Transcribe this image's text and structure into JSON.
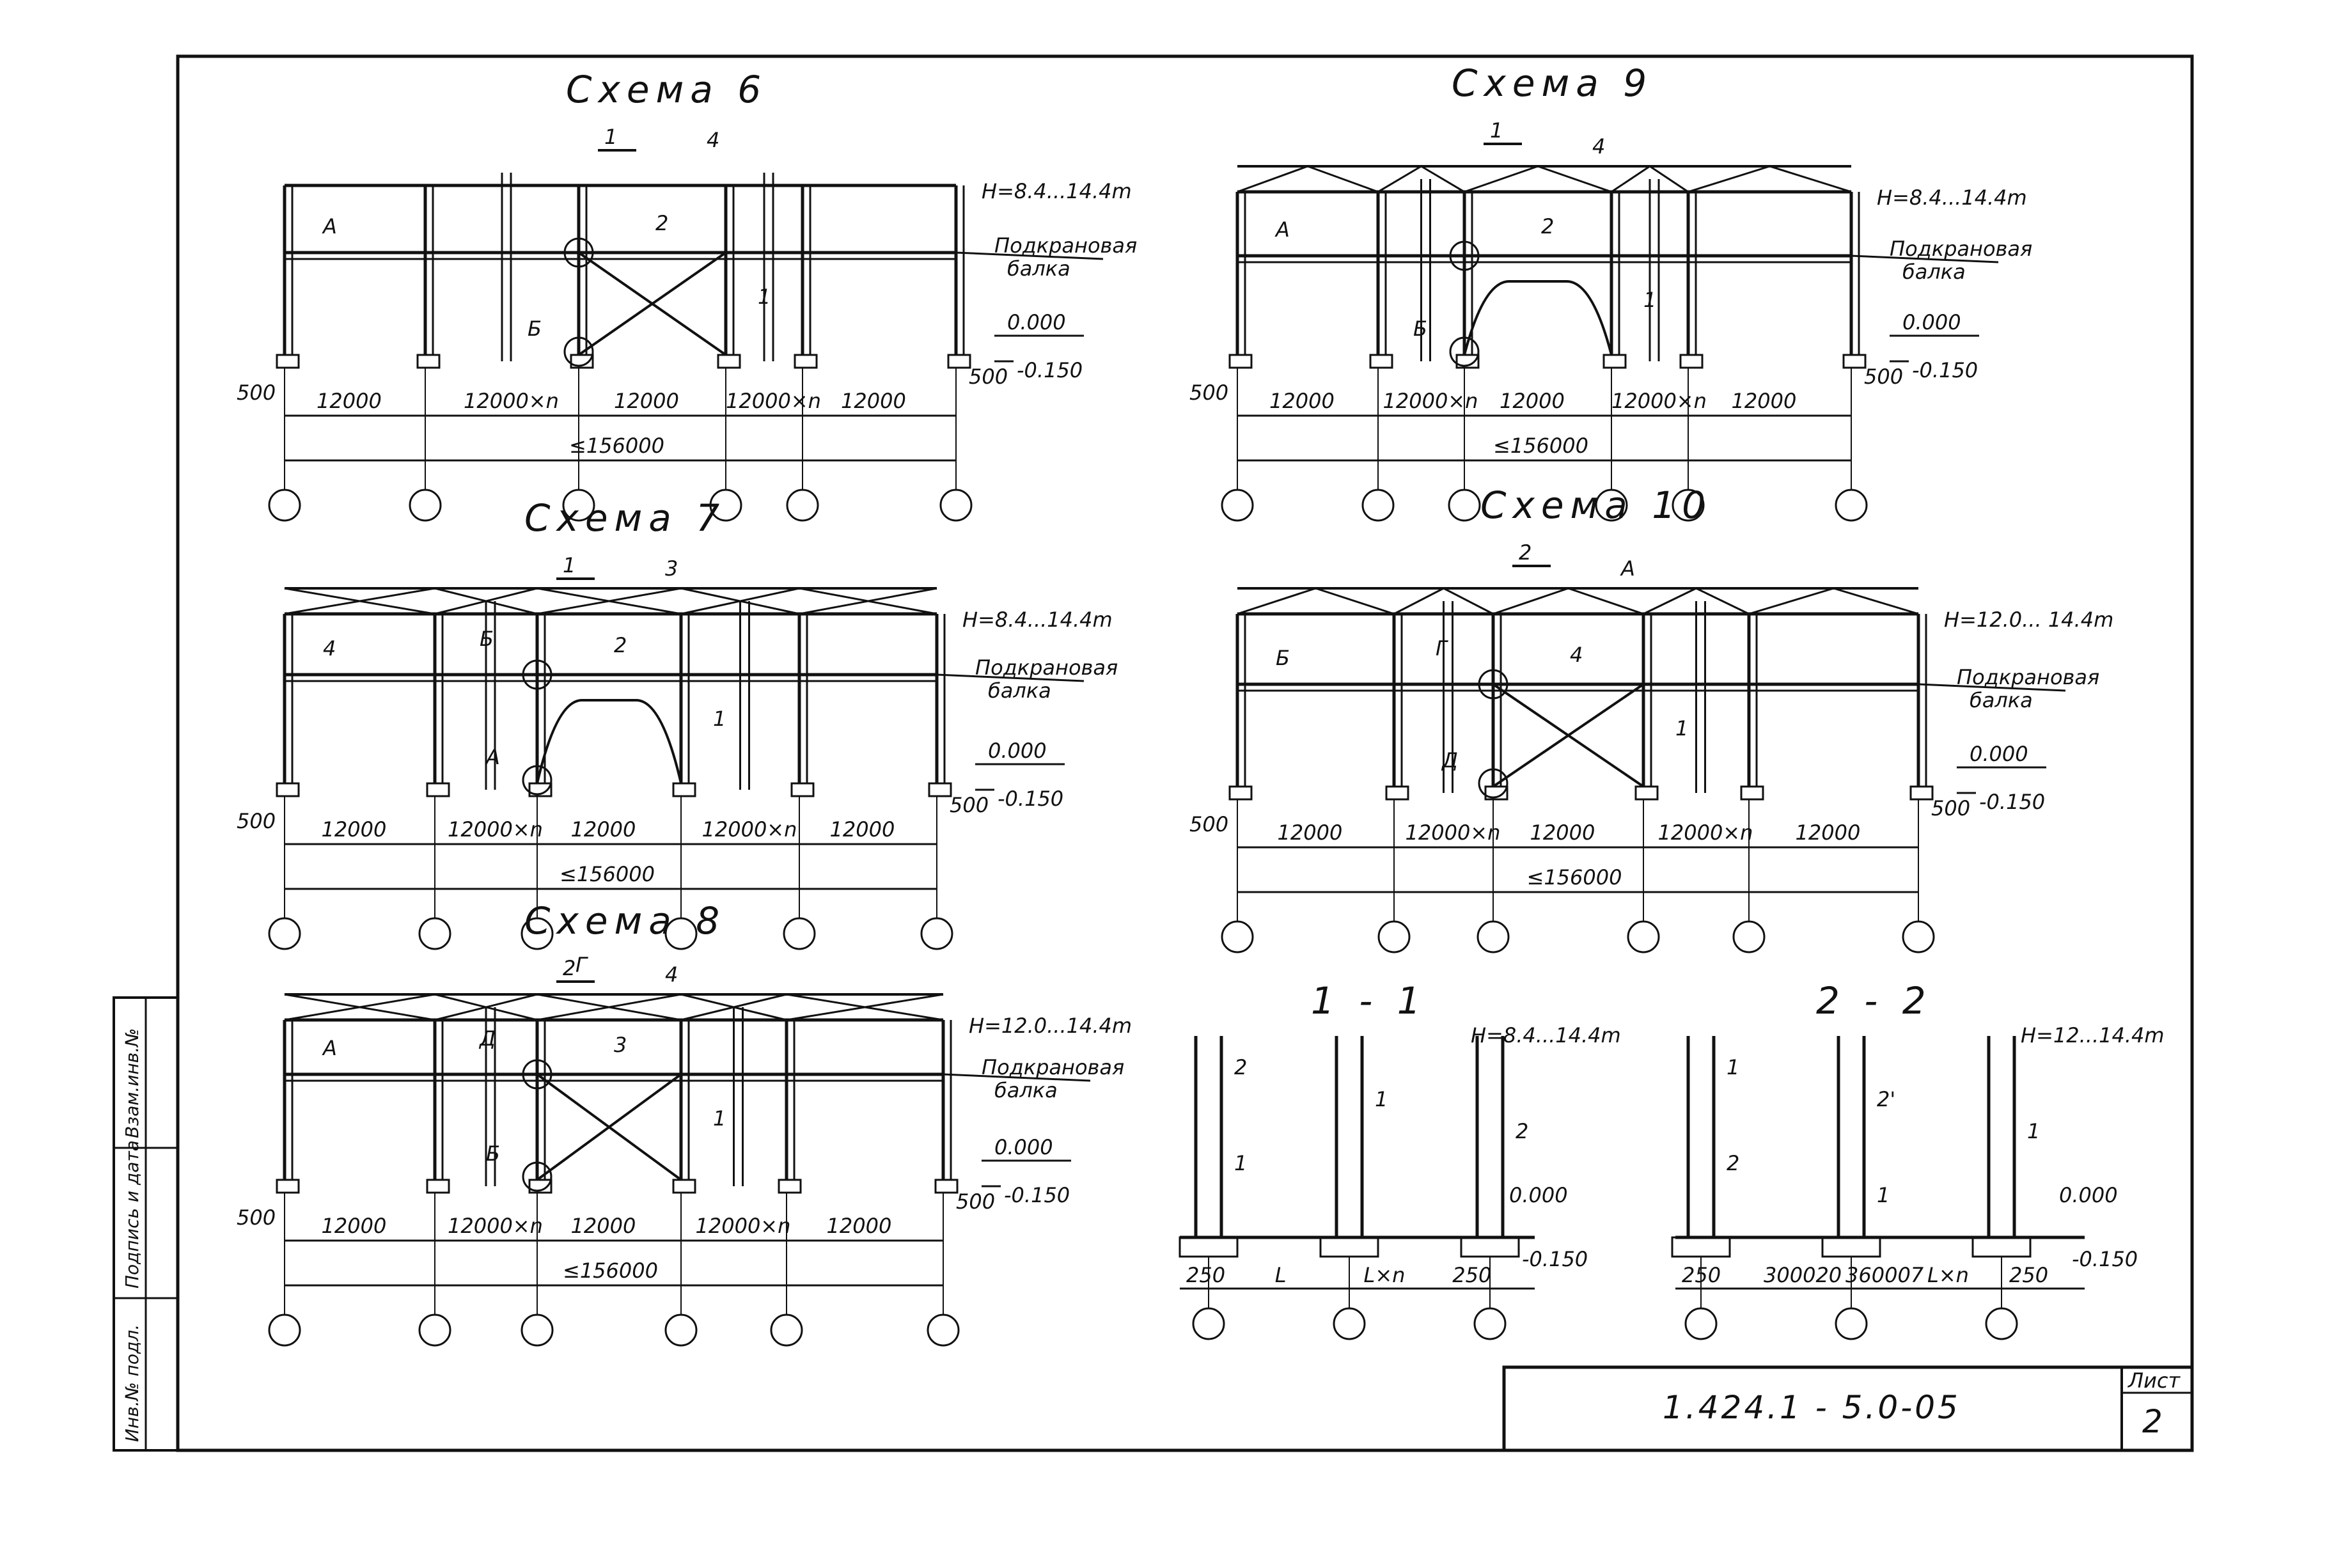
{
  "sheet": {
    "code": "1.424.1 - 5.0-05",
    "sheet_label": "Лист",
    "sheet_number": "2",
    "side_stamp": [
      "Инв.№ подл.",
      "Подпись и дата",
      "Взам.инв.№"
    ]
  },
  "schemes": [
    {
      "title": "Схема 6",
      "height": "H=8.4...14.4m",
      "beam_line1": "Подкрановая",
      "beam_line2": "балка",
      "level_top": "0.000",
      "level_bottom": "-0.150",
      "edge_left": "500",
      "edge_right": "500",
      "spans": [
        "12000",
        "12000×n",
        "12000",
        "12000×n",
        "12000"
      ],
      "total": "≤156000",
      "markers": [
        "1",
        "2",
        "4",
        "А",
        "Б"
      ],
      "cut": "1"
    },
    {
      "title": "Схема 7",
      "height": "H=8.4...14.4m",
      "beam_line1": "Подкрановая",
      "beam_line2": "балка",
      "level_top": "0.000",
      "level_bottom": "-0.150",
      "edge_left": "500",
      "edge_right": "500",
      "spans": [
        "12000",
        "12000×n",
        "12000",
        "12000×n",
        "12000"
      ],
      "total": "≤156000",
      "markers": [
        "1",
        "2",
        "3",
        "4",
        "А",
        "Б"
      ],
      "cut": "1"
    },
    {
      "title": "Схема 8",
      "height": "H=12.0...14.4m",
      "beam_line1": "Подкрановая",
      "beam_line2": "балка",
      "level_top": "0.000",
      "level_bottom": "-0.150",
      "edge_left": "500",
      "edge_right": "500",
      "spans": [
        "12000",
        "12000×n",
        "12000",
        "12000×n",
        "12000"
      ],
      "total": "≤156000",
      "markers": [
        "1",
        "3",
        "4",
        "А",
        "Б",
        "Д",
        "Г"
      ],
      "cut": "2"
    },
    {
      "title": "Схема 9",
      "height": "H=8.4...14.4m",
      "beam_line1": "Подкрановая",
      "beam_line2": "балка",
      "level_top": "0.000",
      "level_bottom": "-0.150",
      "edge_left": "500",
      "edge_right": "500",
      "spans": [
        "12000",
        "12000×n",
        "12000",
        "12000×n",
        "12000"
      ],
      "total": "≤156000",
      "markers": [
        "1",
        "2",
        "4",
        "А",
        "Б"
      ],
      "cut": "1"
    },
    {
      "title": "Схема 10",
      "height": "H=12.0... 14.4m",
      "beam_line1": "Подкрановая",
      "beam_line2": "балка",
      "level_top": "0.000",
      "level_bottom": "-0.150",
      "edge_left": "500",
      "edge_right": "500",
      "spans": [
        "12000",
        "12000×n",
        "12000",
        "12000×n",
        "12000"
      ],
      "total": "≤156000",
      "markers": [
        "1",
        "4",
        "А",
        "Б",
        "Д",
        "Г"
      ],
      "cut": "2"
    }
  ],
  "sections": [
    {
      "title": "1 - 1",
      "height": "H=8.4...14.4m",
      "level_top": "0.000",
      "level_bottom": "-0.150",
      "dims": [
        "250",
        "L",
        "L×n",
        "250"
      ],
      "labels": [
        "2",
        "1",
        "2",
        "1"
      ]
    },
    {
      "title": "2 - 2",
      "height": "H=12...14.4m",
      "level_top": "0.000",
      "level_bottom": "-0.150",
      "dims": [
        "250",
        "300020",
        "360007",
        "L×n",
        "250"
      ],
      "labels": [
        "1",
        "2'",
        "1",
        "2",
        "1"
      ]
    }
  ]
}
